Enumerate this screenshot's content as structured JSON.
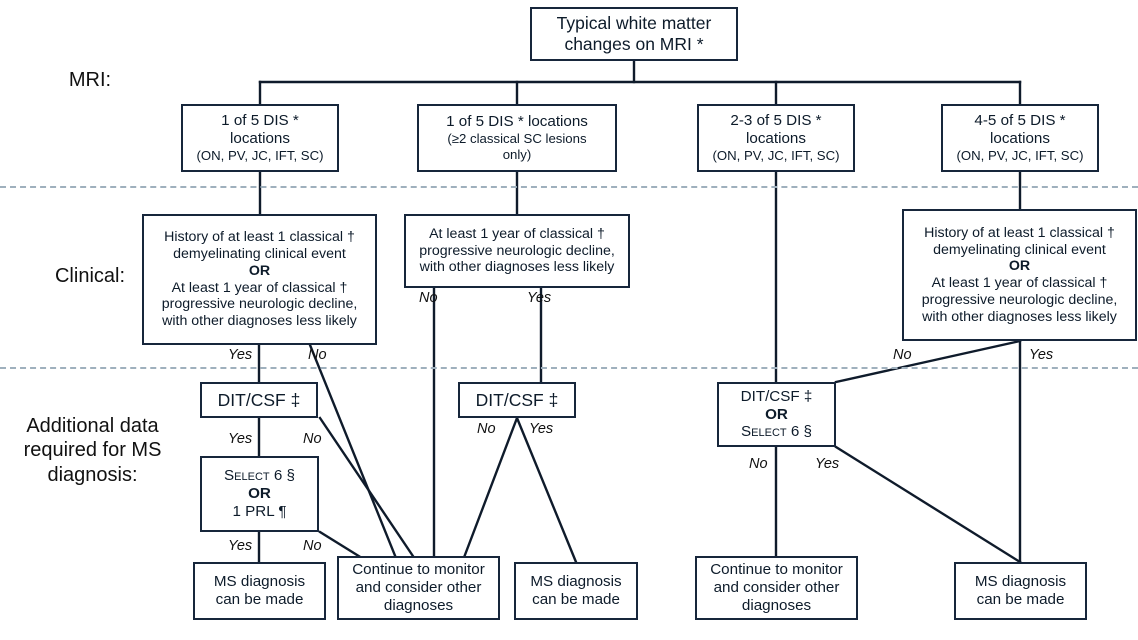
{
  "diagram": {
    "title_context": "MS diagnostic criteria flowchart",
    "row_labels": [
      {
        "id": "mri",
        "text": "MRI:"
      },
      {
        "id": "clinical",
        "text": "Clinical:"
      },
      {
        "id": "additional",
        "lines": [
          "Additional",
          "data required",
          "for MS",
          "diagnosis:"
        ]
      }
    ],
    "nodes": {
      "root": {
        "lines": [
          "Typical white matter",
          "changes on MRI *"
        ]
      },
      "mri_1of5": {
        "lines": [
          "1 of 5 DIS *",
          "locations",
          "(ON, PV, JC, IFT, SC)"
        ]
      },
      "mri_1of5_sc": {
        "lines": [
          "1 of 5 DIS * locations",
          "(≥2 classical SC lesions",
          "only)"
        ]
      },
      "mri_2to3": {
        "lines": [
          "2-3 of 5 DIS *",
          "locations",
          "(ON, PV, JC, IFT, SC)"
        ]
      },
      "mri_4to5": {
        "lines": [
          "4-5 of 5 DIS *",
          "locations",
          "(ON, PV, JC, IFT, SC)"
        ]
      },
      "clin_left": {
        "lines": [
          "History of at least 1 classical †",
          "demyelinating clinical event",
          "OR",
          "At least 1 year of classical †",
          "progressive neurologic decline,",
          "with other diagnoses less likely"
        ]
      },
      "clin_mid": {
        "lines": [
          "At least 1 year of classical †",
          "progressive neurologic decline,",
          "with other diagnoses less likely"
        ]
      },
      "clin_right": {
        "lines": [
          "History of at least 1 classical †",
          "demyelinating clinical event",
          "OR",
          "At least 1 year of classical †",
          "progressive neurologic decline,",
          "with other diagnoses less likely"
        ]
      },
      "dit_left": {
        "lines": [
          "DIT/CSF ‡"
        ]
      },
      "dit_mid": {
        "lines": [
          "DIT/CSF ‡"
        ]
      },
      "dit_right": {
        "lines": [
          "DIT/CSF ‡",
          "OR",
          "Select 6 §"
        ]
      },
      "select6_left": {
        "lines": [
          "Select 6 §",
          "OR",
          "1 PRL ¶"
        ]
      },
      "out_ms_left": {
        "lines": [
          "MS diagnosis",
          "can be made"
        ]
      },
      "out_monitor_mid": {
        "lines": [
          "Continue to monitor",
          "and consider other",
          "diagnoses"
        ]
      },
      "out_ms_mid": {
        "lines": [
          "MS diagnosis",
          "can be made"
        ]
      },
      "out_monitor_right": {
        "lines": [
          "Continue to monitor",
          "and consider other",
          "diagnoses"
        ]
      },
      "out_ms_right": {
        "lines": [
          "MS diagnosis",
          "can be made"
        ]
      }
    },
    "edge_labels": [
      {
        "id": "clinmid-no",
        "text": "No"
      },
      {
        "id": "clinmid-yes",
        "text": "Yes"
      },
      {
        "id": "clinleft-yes",
        "text": "Yes"
      },
      {
        "id": "clinleft-no",
        "text": "No"
      },
      {
        "id": "clinright-no",
        "text": "No"
      },
      {
        "id": "clinright-yes",
        "text": "Yes"
      },
      {
        "id": "ditleft-yes",
        "text": "Yes"
      },
      {
        "id": "ditleft-no",
        "text": "No"
      },
      {
        "id": "ditmid-no",
        "text": "No"
      },
      {
        "id": "ditmid-yes",
        "text": "Yes"
      },
      {
        "id": "ditright-no",
        "text": "No"
      },
      {
        "id": "ditright-yes",
        "text": "Yes"
      },
      {
        "id": "select6-yes",
        "text": "Yes"
      },
      {
        "id": "select6-no",
        "text": "No"
      }
    ],
    "colors": {
      "box_border": "#17263b",
      "connector": "#0f1b2b",
      "separator": "#9fb0bd",
      "text": "#111111",
      "background": "#ffffff"
    }
  }
}
